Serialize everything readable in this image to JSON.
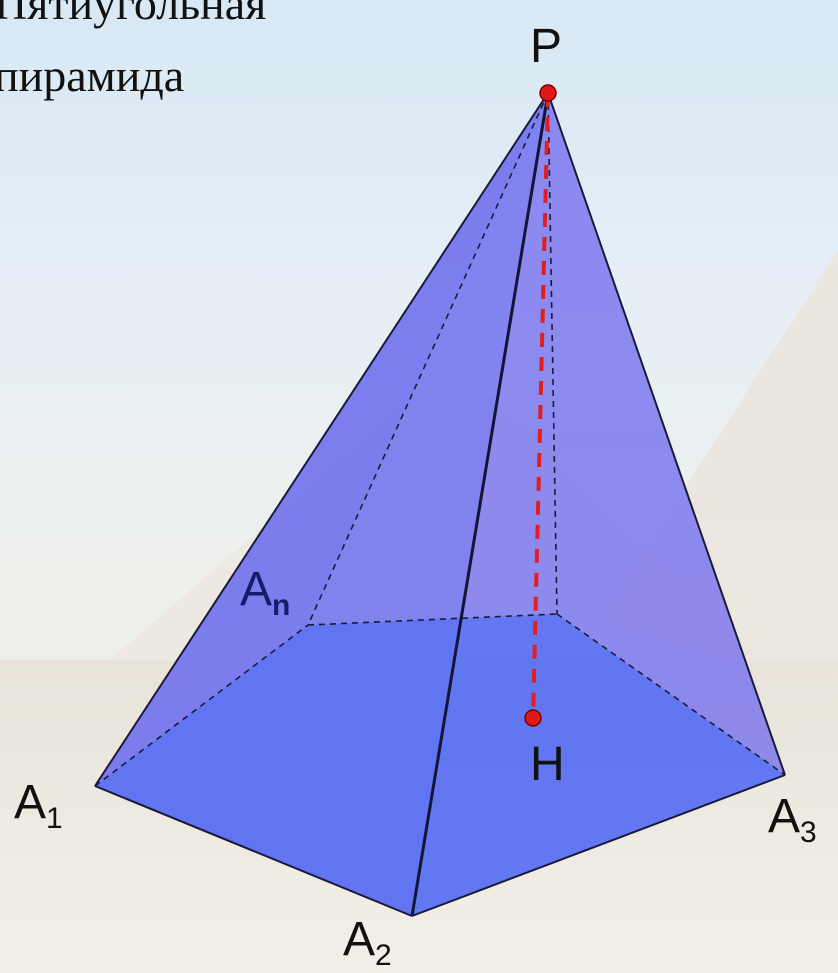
{
  "title": {
    "line1": "Пятиугольная",
    "line2": "пирамида"
  },
  "vertices": {
    "apex": {
      "letter": "P"
    },
    "foot": {
      "letter": "H"
    },
    "a1": {
      "letter": "A",
      "sub": "1"
    },
    "a2": {
      "letter": "A",
      "sub": "2"
    },
    "a3": {
      "letter": "A",
      "sub": "3"
    },
    "an": {
      "letter": "A",
      "sub": "n"
    }
  },
  "colors": {
    "face": "#6a6ff0",
    "base": "#3a78f4",
    "height_line": "#e02020",
    "point": "#e01818",
    "label_an": "#1a1a6a"
  }
}
